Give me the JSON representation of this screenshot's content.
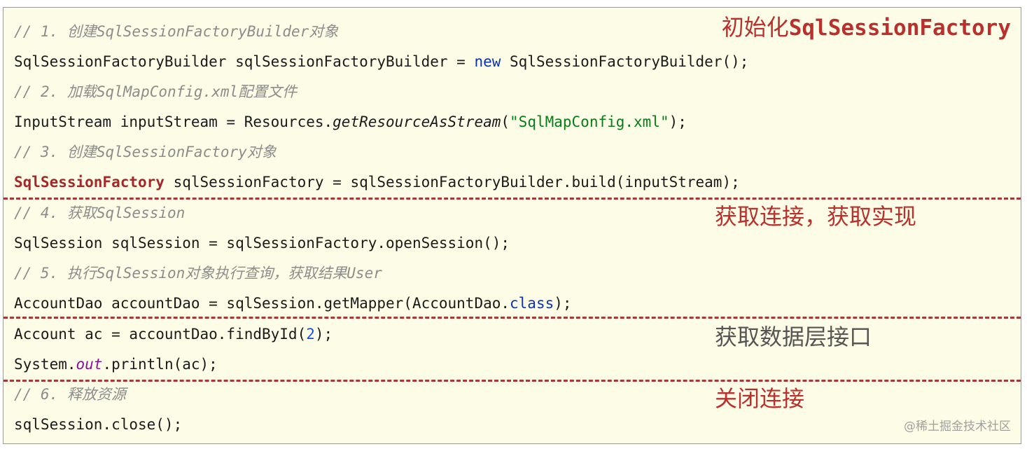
{
  "code": {
    "c1": "// 1. 创建SqlSessionFactoryBuilder对象",
    "l1": {
      "a": "SqlSessionFactoryBuilder sqlSessionFactoryBuilder = ",
      "kw": "new",
      "b": " SqlSessionFactoryBuilder();"
    },
    "c2": "// 2. 加载SqlMapConfig.xml配置文件",
    "l2": {
      "a": "InputStream inputStream = Resources.",
      "method": "getResourceAsStream",
      "b": "(",
      "str": "\"SqlMapConfig.xml\"",
      "c": ");"
    },
    "c3": "// 3. 创建SqlSessionFactory对象",
    "l3": {
      "cls": "SqlSessionFactory",
      "b": " sqlSessionFactory = sqlSessionFactoryBuilder.build(inputStream);"
    },
    "c4": "// 4. 获取SqlSession",
    "l4": "SqlSession sqlSession = sqlSessionFactory.openSession();",
    "c5": "// 5. 执行SqlSession对象执行查询，获取结果User",
    "l5": {
      "a": "AccountDao accountDao = sqlSession.getMapper(AccountDao.",
      "kw": "class",
      "b": ");"
    },
    "l6": {
      "a": "Account ac = accountDao.findById(",
      "num": "2",
      "b": ");"
    },
    "l7": {
      "a": "System.",
      "field": "out",
      "b": ".println(ac);"
    },
    "c6": "// 6. 释放资源",
    "l8": "sqlSession.close();"
  },
  "annotations": {
    "init_prefix": "初始化",
    "init_class": "SqlSessionFactory",
    "get_connection": "获取连接，获取实现",
    "get_interface": "获取数据层接口",
    "close_connection": "关闭连接"
  },
  "colors": {
    "background": "#fdfde7",
    "comment": "#8c8c8c",
    "keyword": "#0a33b3",
    "string": "#067d17",
    "annotation_red": "#b9302d",
    "divider": "#a83838"
  },
  "watermark": "@稀土掘金技术社区"
}
